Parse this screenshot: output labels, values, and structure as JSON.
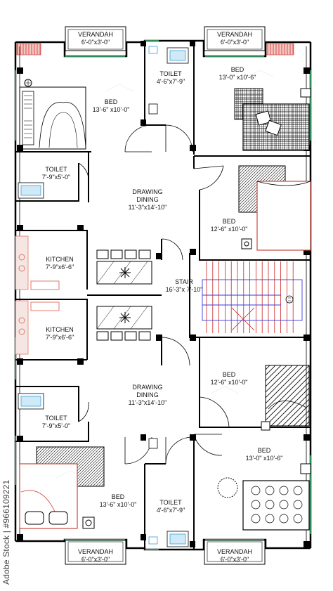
{
  "rooms": {
    "verandah_top_left": {
      "name": "VERANDAH",
      "dim": "6'-0\"x3'-0\""
    },
    "verandah_top_right": {
      "name": "VERANDAH",
      "dim": "6'-0\"x3'-0\""
    },
    "toilet_top_center": {
      "name": "TOILET",
      "dim": "4'-6\"x7'-9\""
    },
    "bed_top_left": {
      "name": "BED",
      "dim": "13'-6\" x10'-0\""
    },
    "bed_top_right": {
      "name": "BED",
      "dim": "13'-0\" x10'-6\""
    },
    "toilet_upper_left": {
      "name": "TOILET",
      "dim": "7'-9\"x5'-0\""
    },
    "drawing_upper": {
      "name": "DRAWING",
      "name2": "DINING",
      "dim": "11'-3\"x14'-10\""
    },
    "bed_upper_right": {
      "name": "BED",
      "dim": "12'-6\" x10'-0\""
    },
    "kitchen_upper": {
      "name": "KITCHEN",
      "dim": "7'-9\"x6'-6\""
    },
    "stair": {
      "name": "STAIR",
      "dim": "16'-3\"x 7'-10\""
    },
    "kitchen_lower": {
      "name": "KITCHEN",
      "dim": "7'-9\"x6'-6\""
    },
    "bed_lower_right": {
      "name": "BED",
      "dim": "12'-6\" x10'-0\""
    },
    "drawing_lower": {
      "name": "DRAWING",
      "name2": "DINING",
      "dim": "11'-3\"x14'-10\""
    },
    "toilet_lower_left": {
      "name": "TOILET",
      "dim": "7'-9\"x5'-0\""
    },
    "bed_bottom_right": {
      "name": "BED",
      "dim": "13'-0\" x10'-6\""
    },
    "bed_bottom_left": {
      "name": "BED",
      "dim": "13'-6\" x10'-0\""
    },
    "toilet_bottom_center": {
      "name": "TOILET",
      "dim": "4'-6\"x7'-9\""
    },
    "verandah_bottom_left": {
      "name": "VERANDAH",
      "dim": "6'-0\"x3'-0\""
    },
    "verandah_bottom_right": {
      "name": "VERANDAH",
      "dim": "6'-0\"x3'-0\""
    }
  },
  "watermark": {
    "text": "Adobe Stock | #966109221"
  },
  "colors": {
    "wall": "#000000",
    "window": "#2e8b57",
    "balcony": "#d9534f",
    "stair_rail": "#3b3bd9",
    "stair_tread": "#cc2222",
    "furniture_accent": "#c8483c",
    "kitchen_accent": "#e07a6a",
    "toilet_fixture": "#3aa0d8"
  }
}
